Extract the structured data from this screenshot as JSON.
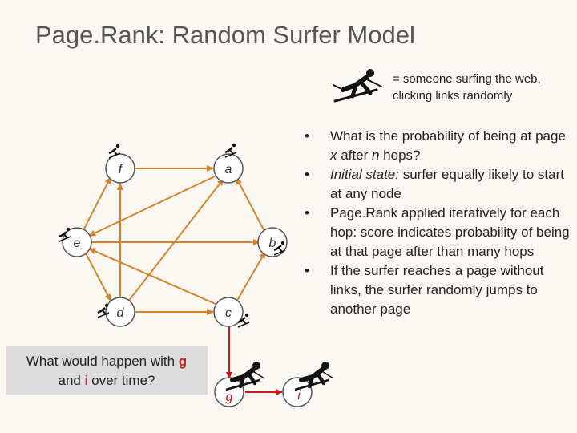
{
  "title": "Page.Rank: Random Surfer Model",
  "legend": {
    "icon": "skier-icon",
    "line1": "= someone surfing the web,",
    "line2": "clicking links randomly"
  },
  "bullets": [
    {
      "pre": "What is the probability of being at page ",
      "x": "x",
      "mid": " after ",
      "n": "n",
      "post": " hops?"
    },
    {
      "italic": "Initial state:",
      "rest": " surfer equally likely to start at any node"
    },
    {
      "text": "Page.Rank applied iteratively for each hop: score indicates probability of being at that page after than many hops"
    },
    {
      "text": "If the surfer reaches a page without links, the surfer randomly jumps to another page"
    }
  ],
  "question": {
    "pre": "What would happen with ",
    "g": "g",
    "and": "and ",
    "i": "i",
    "post": " over time?"
  },
  "nodes": {
    "f": "f",
    "a": "a",
    "e": "e",
    "b": "b",
    "d": "d",
    "c": "c",
    "g": "g",
    "i": "i"
  },
  "colors": {
    "edge": "#d8832a",
    "edge_red": "#cc1a1a",
    "node_fill": "#ffffff",
    "node_stroke": "#555555"
  }
}
